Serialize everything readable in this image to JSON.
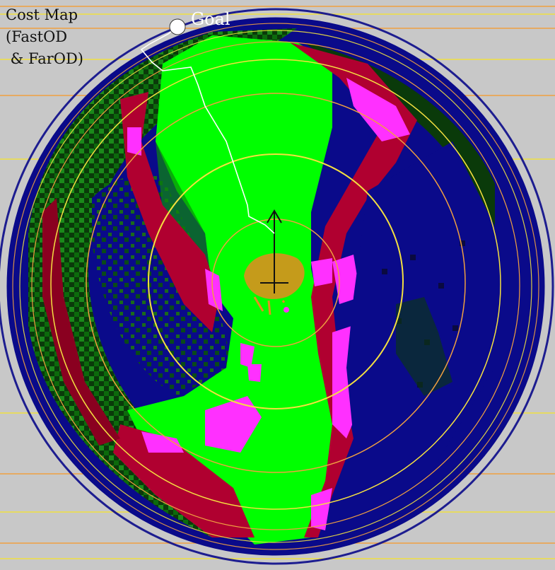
{
  "map": {
    "title_lines": [
      "Cost Map",
      "(FastOD",
      " & FarOD)"
    ],
    "goal_label": "Goal"
  },
  "colors": {
    "background": "#c8c8c8",
    "grid_line_orange": "#f0a040",
    "grid_line_yellow": "#f0e040",
    "unknown_blue": "#0a0a8a",
    "traversable_green": "#00ff00",
    "dark_green": "#0a5a0a",
    "obstacle_red": "#b00030",
    "high_cost_magenta": "#ff30ff",
    "robot_orange": "#e88a20",
    "path_white": "#ffffff",
    "range_ring_yellow": "#f5e040",
    "range_ring_orange": "#f0a040"
  },
  "icons": {
    "goal": "white-circle-marker",
    "robot": "crosshair-with-heading-arrow"
  }
}
